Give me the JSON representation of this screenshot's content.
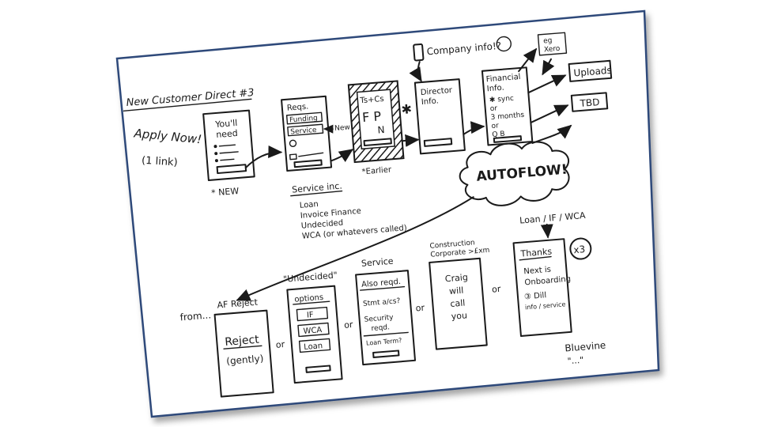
{
  "sketch": {
    "title": "New Customer Direct #3",
    "apply_now": "Apply Now!",
    "one_link": "(1 link)",
    "top_flow": {
      "youll_need": [
        "You'll",
        "need"
      ],
      "new_note": "* NEW",
      "reqs": "Reqs.",
      "funding": "Funding",
      "service": "Service",
      "new_arrow_note": "New",
      "service_inc_label": "Service inc.",
      "service_inc_items": [
        "Loan",
        "Invoice Finance",
        "Undecided",
        "WCA (or whatevers called)"
      ],
      "tscs_line1": "Ts+Cs",
      "tscs_line2": "F P",
      "tscs_line3": "N",
      "earlier_note": "*Earlier",
      "company_info": "Company info!?",
      "director_info": [
        "Director",
        "Info."
      ],
      "financial_info": [
        "Financial",
        "Info."
      ],
      "financial_options": [
        "✱ sync",
        "or",
        "3 months",
        "or",
        "Q B"
      ],
      "eg_xero": [
        "eg",
        "Xero"
      ],
      "uploads": "Uploads",
      "tbd": "TBD"
    },
    "autoflow": "AUTOFLOW!",
    "bottom_flow": {
      "from": "from...",
      "af_reject_label": "AF Reject",
      "reject": "Reject",
      "gently": "(gently)",
      "undecided_label": "\"Undecided\"",
      "options": "options",
      "option_items": [
        "IF",
        "WCA",
        "Loan"
      ],
      "service_label": "Service",
      "also_reqd": "Also reqd.",
      "stmt_ac": [
        "Stmt a/cs?"
      ],
      "security_reqd": [
        "Security",
        "reqd."
      ],
      "loan_term": "Loan Term?",
      "construction_label": [
        "Construction",
        "Corporate >£xm"
      ],
      "craig_call": [
        "Craig",
        "will",
        "call",
        "you"
      ],
      "loan_if_wca": "Loan / IF / WCA",
      "thanks": "Thanks",
      "next_onboarding": [
        "Next is",
        "Onboarding"
      ],
      "dill": [
        "③ Dill",
        "info / service"
      ],
      "x3": "x3",
      "or": "or",
      "bluevine": "Bluevine",
      "bluevine_sub": "\"...\""
    }
  }
}
